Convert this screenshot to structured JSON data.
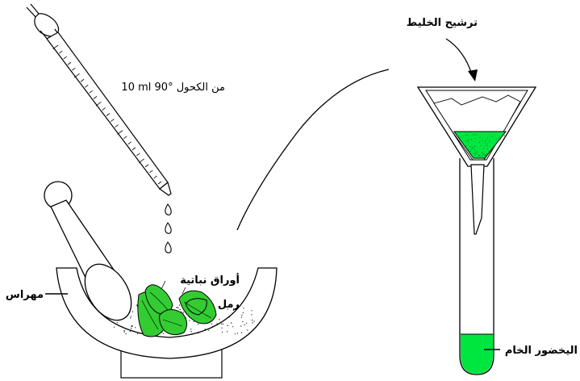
{
  "labels": {
    "alcohol": "10 ml من الكحول °90",
    "filter": "ترشيح الخليط",
    "leaves": "أوراق نباتية",
    "sand": "رمل",
    "mortar": "مهراس",
    "crude_chlorophyll": "اليخضور الخام"
  },
  "colors": {
    "leaf_green": "#33cc33",
    "filtrate_green": "#00e640",
    "outline": "#000000"
  },
  "icons": [
    "pipette-icon",
    "drop-icon",
    "mortar-icon",
    "pestle-icon",
    "leaf-icon",
    "funnel-icon",
    "test-tube-icon"
  ]
}
